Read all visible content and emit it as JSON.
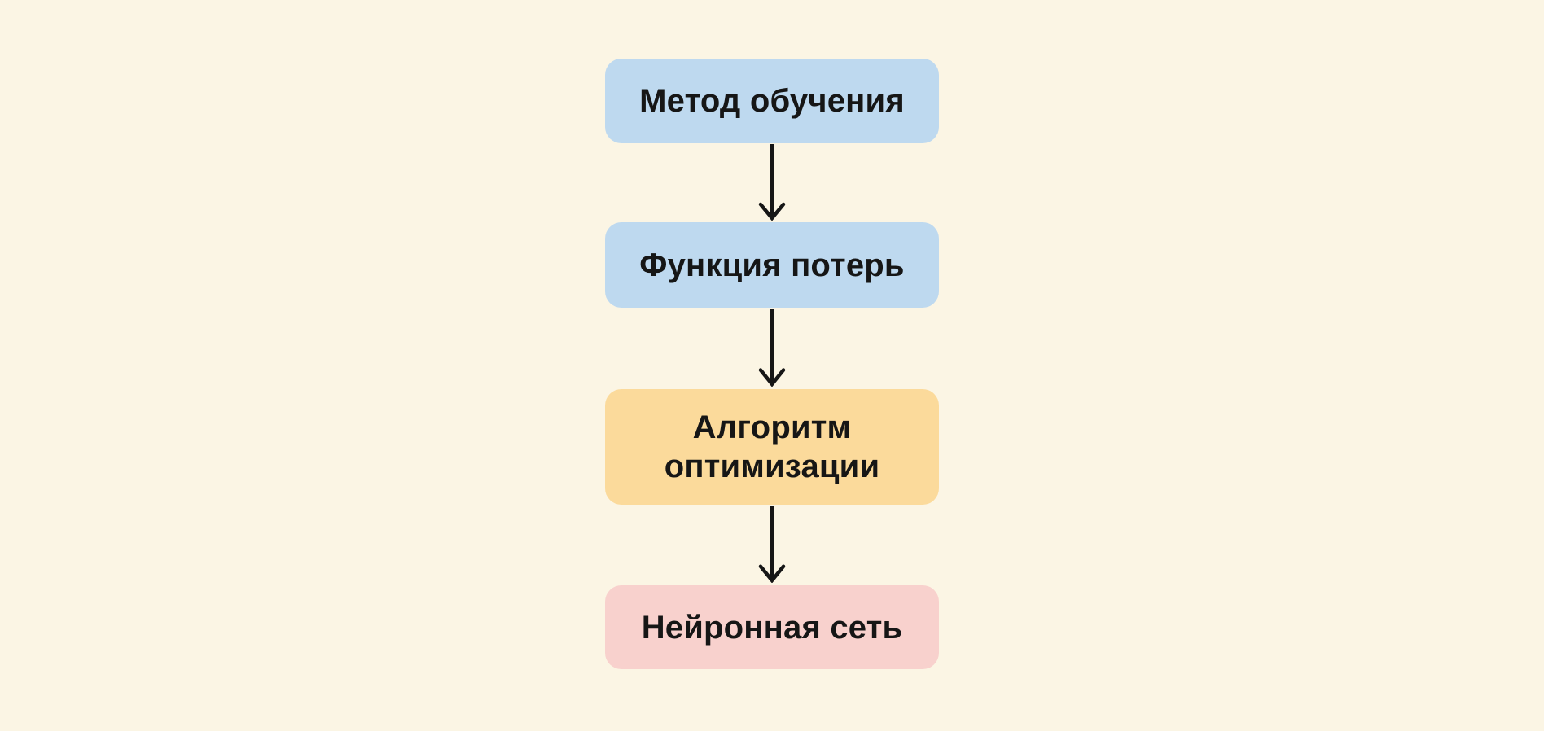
{
  "page": {
    "background_color": "#FBF5E4",
    "text_color": "#161616",
    "arrow_color": "#161616"
  },
  "flowchart": {
    "type": "vertical-flow",
    "nodes": [
      {
        "id": "training-method",
        "label": "Метод обучения",
        "fill_color": "#BED9EF"
      },
      {
        "id": "loss-function",
        "label": "Функция потерь",
        "fill_color": "#BED9EF"
      },
      {
        "id": "optimization-algorithm",
        "label": "Алгоритм оптимизации",
        "fill_color": "#FBDA9B"
      },
      {
        "id": "neural-network",
        "label": "Нейронная сеть",
        "fill_color": "#F8D1CD"
      }
    ],
    "edges": [
      {
        "from": "training-method",
        "to": "loss-function",
        "style": "straight-down-chevron-arrow"
      },
      {
        "from": "loss-function",
        "to": "optimization-algorithm",
        "style": "straight-down-chevron-arrow"
      },
      {
        "from": "optimization-algorithm",
        "to": "neural-network",
        "style": "straight-down-chevron-arrow"
      }
    ]
  }
}
